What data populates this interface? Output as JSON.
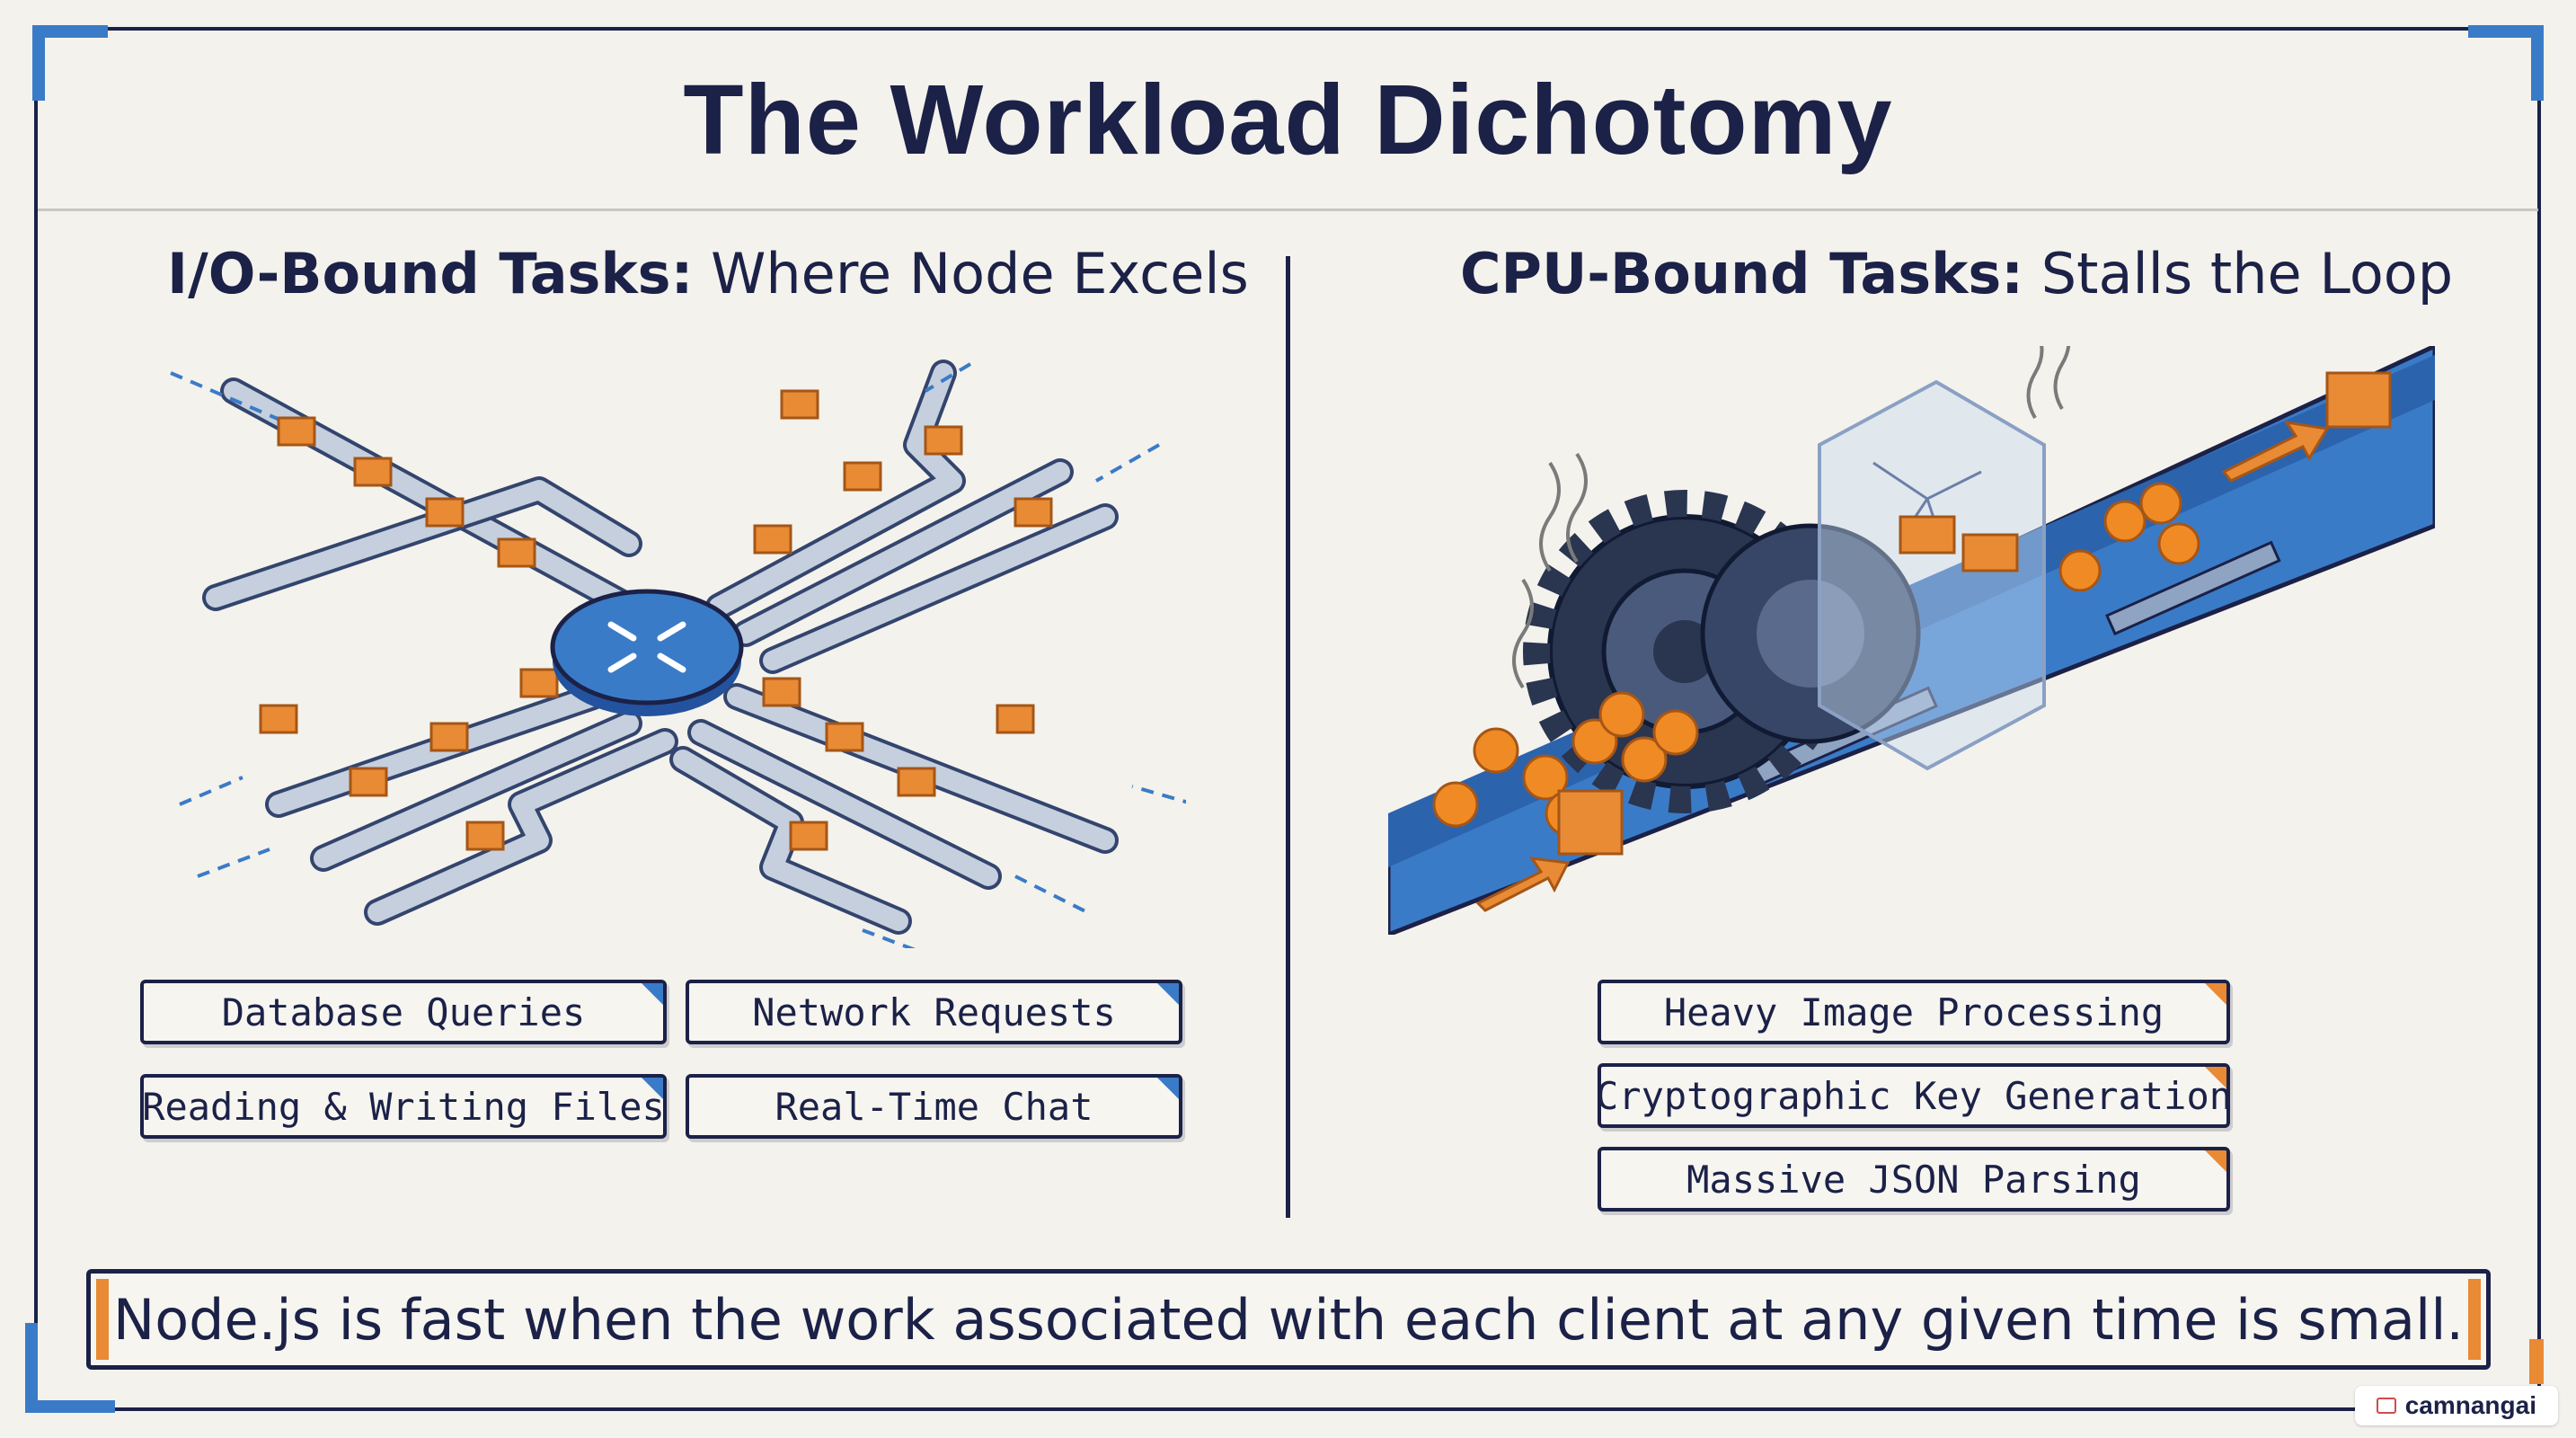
{
  "title": "The Workload Dichotomy",
  "left": {
    "heading_bold": "I/O-Bound Tasks:",
    "heading_rest": " Where Node Excels",
    "chips": [
      "Database Queries",
      "Network Requests",
      "Reading & Writing Files",
      "Real-Time Chat"
    ]
  },
  "right": {
    "heading_bold": "CPU-Bound Tasks:",
    "heading_rest": " Stalls the Loop",
    "chips": [
      "Heavy Image Processing",
      "Cryptographic Key Generation",
      "Massive JSON Parsing"
    ]
  },
  "banner": "Node.js is fast when the work associated with each client at any given time is small.",
  "watermark": "camnangai",
  "colors": {
    "navy": "#1b2147",
    "blue": "#3a7bc8",
    "orange": "#e98a35",
    "background": "#f4f2ec"
  }
}
